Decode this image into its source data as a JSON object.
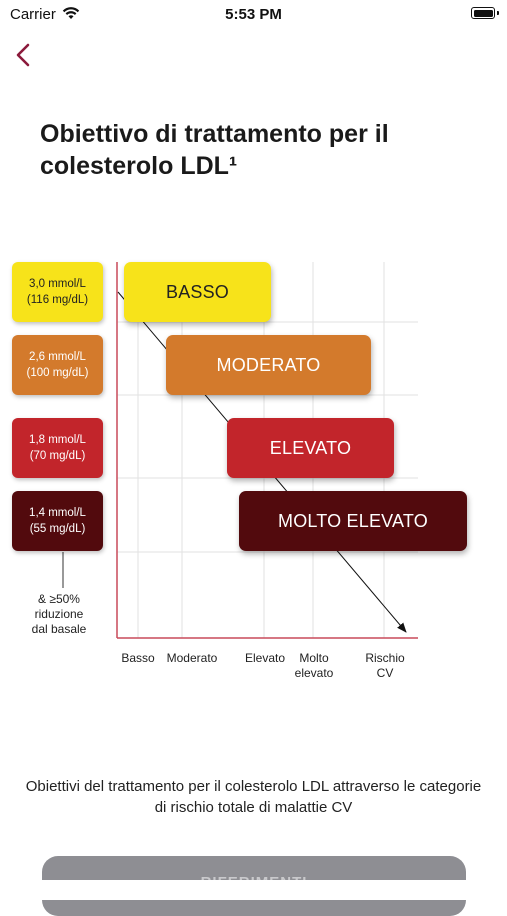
{
  "status": {
    "carrier": "Carrier",
    "time": "5:53 PM"
  },
  "header": {
    "title": "Obiettivo di trattamento per il colesterolo LDL¹"
  },
  "targets": [
    {
      "text": "3,0 mmol/L\n(116 mg/dL)",
      "bg": "#f7e31a",
      "fg": "#222222"
    },
    {
      "text": "2,6 mmol/L\n(100 mg/dL)",
      "bg": "#d37a2c",
      "fg": "#ffffff"
    },
    {
      "text": "1,8 mmol/L\n(70 mg/dL)",
      "bg": "#c2252b",
      "fg": "#ffffff"
    },
    {
      "text": "1,4 mmol/L\n(55 mg/dL)",
      "bg": "#520a0d",
      "fg": "#ffffff"
    }
  ],
  "reduction_note": "& ≥50%\nriduzione\ndal basale",
  "risk_levels": [
    {
      "label": "BASSO",
      "bg": "#f7e31a",
      "fg": "#222222"
    },
    {
      "label": "MODERATO",
      "bg": "#d37a2c",
      "fg": "#ffffff"
    },
    {
      "label": "ELEVATO",
      "bg": "#c2252b",
      "fg": "#ffffff"
    },
    {
      "label": "MOLTO ELEVATO",
      "bg": "#520a0d",
      "fg": "#ffffff"
    }
  ],
  "x_axis": {
    "labels": [
      "Basso",
      "Moderato",
      "Elevato",
      "Molto\nelevato"
    ],
    "end_label": "Rischio\nCV"
  },
  "caption": "Obiettivi del trattamento per il colesterolo LDL attraverso le categorie di rischio totale di malattie CV",
  "bottom_button": {
    "label": "RIFERIMENTI"
  },
  "colors": {
    "accent": "#8b1a3b",
    "axis": "#c94a5a",
    "grid": "#e2e2e2"
  }
}
